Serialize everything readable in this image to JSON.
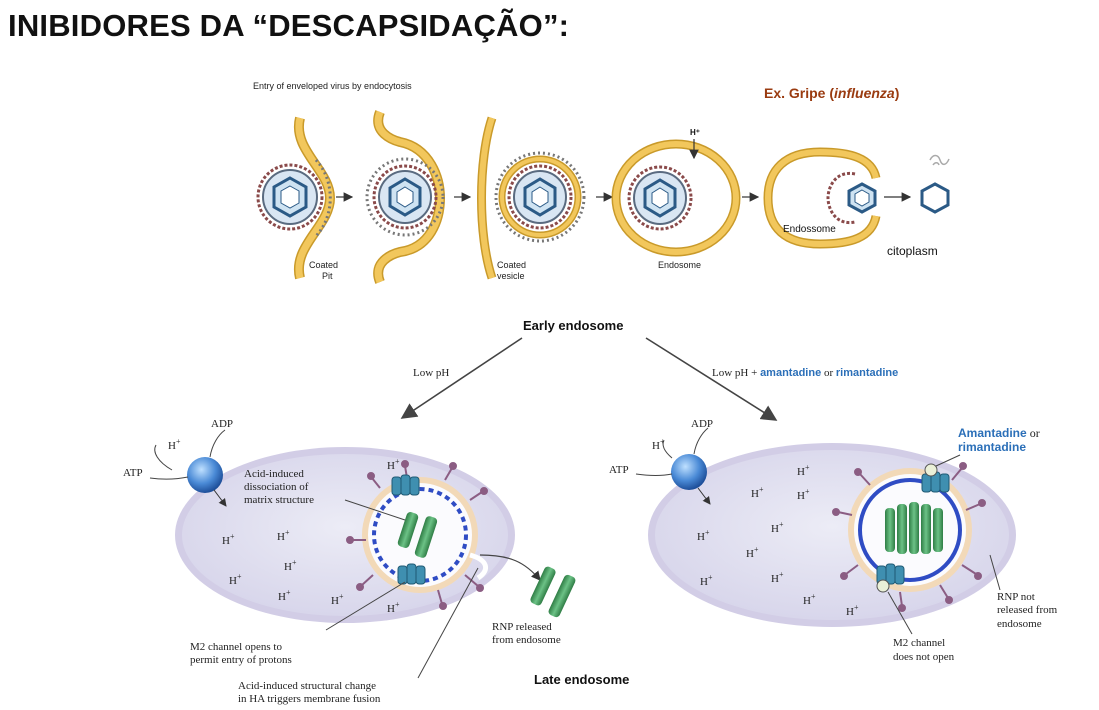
{
  "title": "INIBIDORES DA “DESCAPSIDAÇÃO”:",
  "top_panel": {
    "heading": "Entry of enveloped virus by endocytosis",
    "example_prefix": "Ex. Gripe (",
    "example_virus": "influenza",
    "example_suffix": ")",
    "coated_pit_1": "Coated",
    "coated_pit_2": "Pit",
    "coated_vesicle_1": "Coated",
    "coated_vesicle_2": "vesicle",
    "endosome": "Endosome",
    "endossome": "Endossome",
    "citoplasm": "citoplasm",
    "h_plus": "H⁺"
  },
  "bottom_panel": {
    "early_endosome": "Early endosome",
    "late_endosome": "Late endosome",
    "low_ph": "Low pH",
    "low_ph_plus": "Low pH + ",
    "amantadine": "amantadine",
    "or": " or ",
    "rimantadine": "rimantadine",
    "adp": "ADP",
    "atp": "ATP",
    "h": "H",
    "plus": "+",
    "acid_dissoc_1": "Acid-induced",
    "acid_dissoc_2": "dissociation of",
    "acid_dissoc_3": "matrix structure",
    "m2_opens_1": "M2 channel opens to",
    "m2_opens_2": "permit entry of protons",
    "ha_change_1": "Acid-induced structural change",
    "ha_change_2": "in HA triggers membrane fusion",
    "rnp_released_1": "RNP released",
    "rnp_released_2": "from endosome",
    "amantadine_label_1": "Amantadine",
    "amantadine_label_or": " or",
    "amantadine_label_2": "rimantadine",
    "rnp_not_1": "RNP not",
    "rnp_not_2": "released from",
    "rnp_not_3": "endosome",
    "m2_not_1": "M2 channel",
    "m2_not_2": "does not open"
  },
  "colors": {
    "membrane_yellow": "#f2c75c",
    "membrane_outline": "#c99a2a",
    "endosome_fill": "#e3e3f1",
    "endosome_rim": "#c9bfe0",
    "drug_blue": "#2b6fb8",
    "example_brown": "#9a3b10",
    "rnp_green": "#3f9a5a",
    "channel_teal": "#3f8fb0",
    "pump_blue": "#4a8ad6"
  }
}
